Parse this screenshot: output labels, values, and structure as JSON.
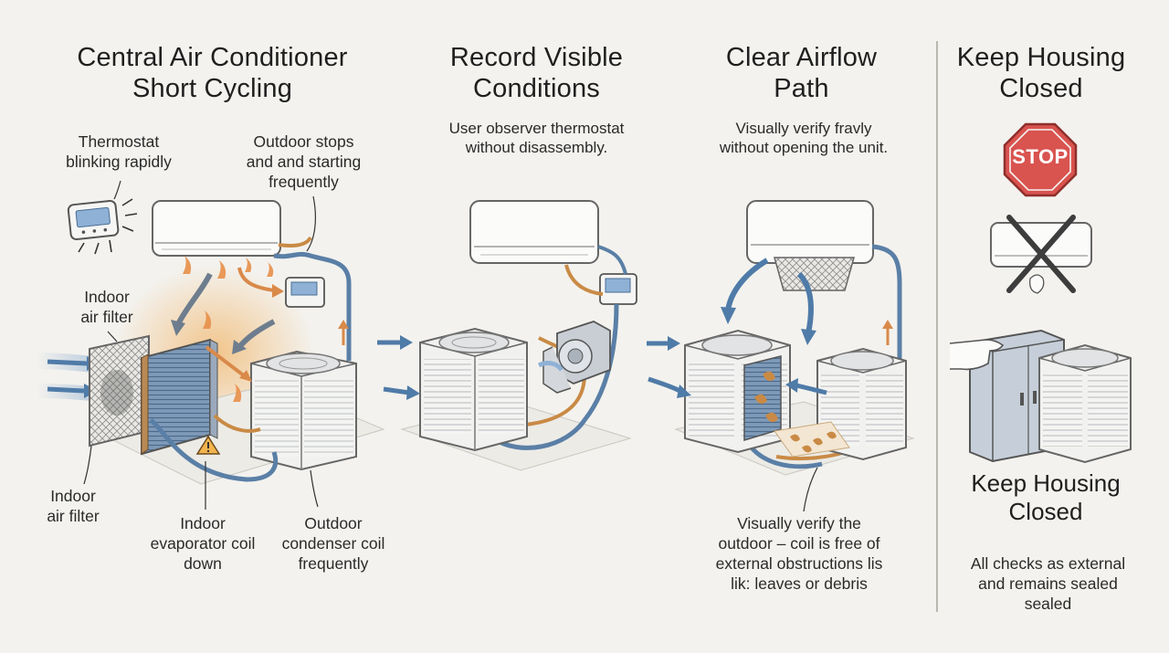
{
  "panels": [
    {
      "title_line1": "Central Air Conditioner",
      "title_line2": "Short Cycling"
    },
    {
      "title_line1": "Record Visible",
      "title_line2": "Conditions"
    },
    {
      "title_line1": "Clear Airflow",
      "title_line2": "Path"
    },
    {
      "title_line1": "Keep Housing",
      "title_line2": "Closed"
    }
  ],
  "panel1": {
    "thermostat_label": [
      "Thermostat",
      "blinking rapidly"
    ],
    "outdoor_label": [
      "Outdoor stops",
      "and  and starting",
      "frequently"
    ],
    "indoor_filter_top": [
      "Indoor",
      "air filter"
    ],
    "indoor_filter_bottom": [
      "Indoor",
      "air filter"
    ],
    "evaporator_label": [
      "Indoor",
      "evaporator coil",
      "down"
    ],
    "condenser_label": [
      "Outdoor",
      "condenser coil",
      "frequently"
    ]
  },
  "panel2": {
    "subtitle": [
      "User observer thermostat",
      "without disassembly."
    ]
  },
  "panel3": {
    "subtitle": [
      "Visually verify fravly",
      "without opening the unit."
    ],
    "bottom_label": [
      "Visually verify the",
      "outdoor – coil is free of",
      "external obstructions lis",
      "lik: leaves or debris"
    ]
  },
  "panel4": {
    "stop_sign_text": "STOP",
    "mid_title": [
      "Keep Housing",
      "Closed"
    ],
    "bottom_label": [
      "All checks as external",
      "and remains sealed",
      "sealed"
    ]
  },
  "colors": {
    "background": "#f3f2ee",
    "pipe_blue": "#5a7fa6",
    "pipe_copper": "#c98a45",
    "flame_orange": "#e8904a",
    "stop_red": "#d9534f",
    "arrow_blue": "#4f7ba8"
  }
}
